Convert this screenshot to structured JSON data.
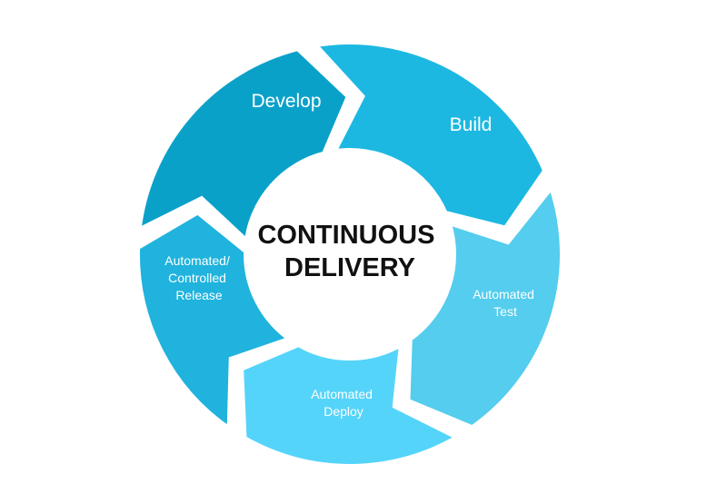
{
  "diagram": {
    "center": {
      "lines": [
        "CONTINUOUS",
        "DELIVERY"
      ]
    },
    "segments": [
      {
        "id": "develop",
        "lines": [
          "Develop"
        ],
        "color": "#0aa1c9"
      },
      {
        "id": "build",
        "lines": [
          "Build"
        ],
        "color": "#1cb8e2"
      },
      {
        "id": "test",
        "lines": [
          "Automated",
          "Test"
        ],
        "color": "#54cdee"
      },
      {
        "id": "deploy",
        "lines": [
          "Automated",
          "Deploy"
        ],
        "color": "#55d4fa"
      },
      {
        "id": "release",
        "lines": [
          "Automated/",
          "Controlled",
          "Release"
        ],
        "color": "#1fb3dd"
      }
    ],
    "background_color": "#ffffff",
    "center_color": "#ffffff",
    "text_color": "#111111"
  }
}
